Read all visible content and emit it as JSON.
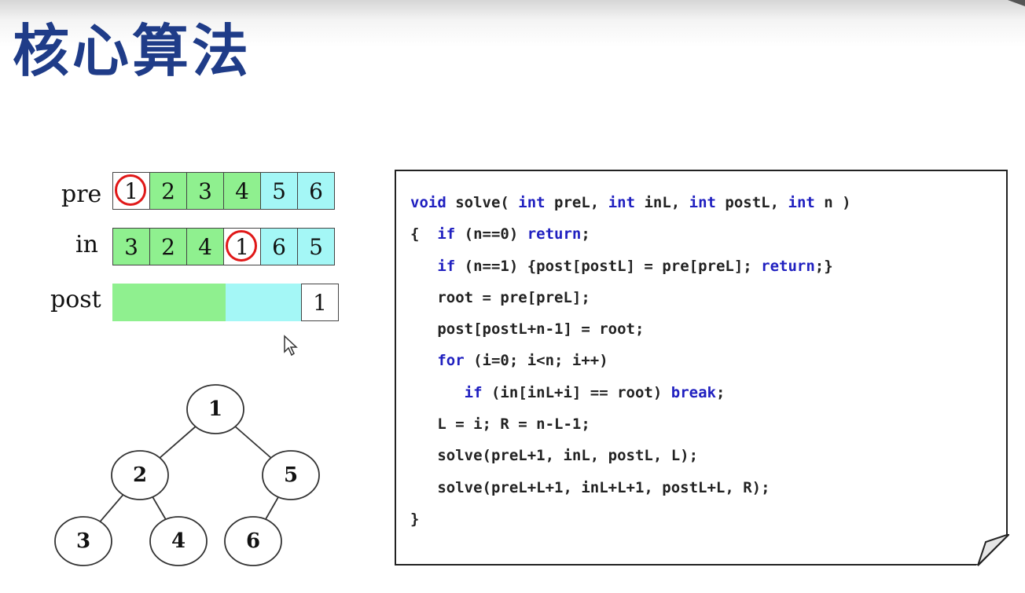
{
  "title": "核心算法",
  "arrays": {
    "pre": {
      "label": "pre",
      "cells": [
        {
          "value": "1",
          "fill": "white",
          "circled": true
        },
        {
          "value": "2",
          "fill": "green"
        },
        {
          "value": "3",
          "fill": "green"
        },
        {
          "value": "4",
          "fill": "green"
        },
        {
          "value": "5",
          "fill": "cyan"
        },
        {
          "value": "6",
          "fill": "cyan"
        }
      ]
    },
    "in": {
      "label": "in",
      "cells": [
        {
          "value": "3",
          "fill": "green"
        },
        {
          "value": "2",
          "fill": "green"
        },
        {
          "value": "4",
          "fill": "green"
        },
        {
          "value": "1",
          "fill": "white",
          "circled": true
        },
        {
          "value": "6",
          "fill": "cyan"
        },
        {
          "value": "5",
          "fill": "cyan"
        }
      ]
    },
    "post": {
      "label": "post",
      "last_value": "1"
    }
  },
  "tree": {
    "root": "1",
    "left": "2",
    "right": "5",
    "left_left": "3",
    "left_right": "4",
    "right_left": "6"
  },
  "code_lines": [
    [
      {
        "t": "void",
        "k": 1
      },
      {
        "t": " solve( "
      },
      {
        "t": "int",
        "k": 1
      },
      {
        "t": " preL, "
      },
      {
        "t": "int",
        "k": 1
      },
      {
        "t": " inL, "
      },
      {
        "t": "int",
        "k": 1
      },
      {
        "t": " postL, "
      },
      {
        "t": "int",
        "k": 1
      },
      {
        "t": " n )"
      }
    ],
    [
      {
        "t": "{  "
      },
      {
        "t": "if",
        "k": 1
      },
      {
        "t": " (n==0) "
      },
      {
        "t": "return",
        "k": 1
      },
      {
        "t": ";"
      }
    ],
    [
      {
        "t": "   "
      },
      {
        "t": "if",
        "k": 1
      },
      {
        "t": " (n==1) {post[postL] = pre[preL]; "
      },
      {
        "t": "return",
        "k": 1
      },
      {
        "t": ";}"
      }
    ],
    [
      {
        "t": "   root = pre[preL];"
      }
    ],
    [
      {
        "t": "   post[postL+n-1] = root;"
      }
    ],
    [
      {
        "t": "   "
      },
      {
        "t": "for",
        "k": 1
      },
      {
        "t": " (i=0; i<n; i++)"
      }
    ],
    [
      {
        "t": "      "
      },
      {
        "t": "if",
        "k": 1
      },
      {
        "t": " (in[inL+i] == root) "
      },
      {
        "t": "break",
        "k": 1
      },
      {
        "t": ";"
      }
    ],
    [
      {
        "t": "   L = i; R = n-L-1;"
      }
    ],
    [
      {
        "t": "   solve(preL+1, inL, postL, L);"
      }
    ],
    [
      {
        "t": "   solve(preL+L+1, inL+L+1, postL+L, R);"
      }
    ],
    [
      {
        "t": "}"
      }
    ]
  ],
  "colors": {
    "title": "#1f3c88",
    "green": "#8ff08f",
    "cyan": "#a4f7f6",
    "circle": "#e01818",
    "keyword": "#2020c0"
  }
}
